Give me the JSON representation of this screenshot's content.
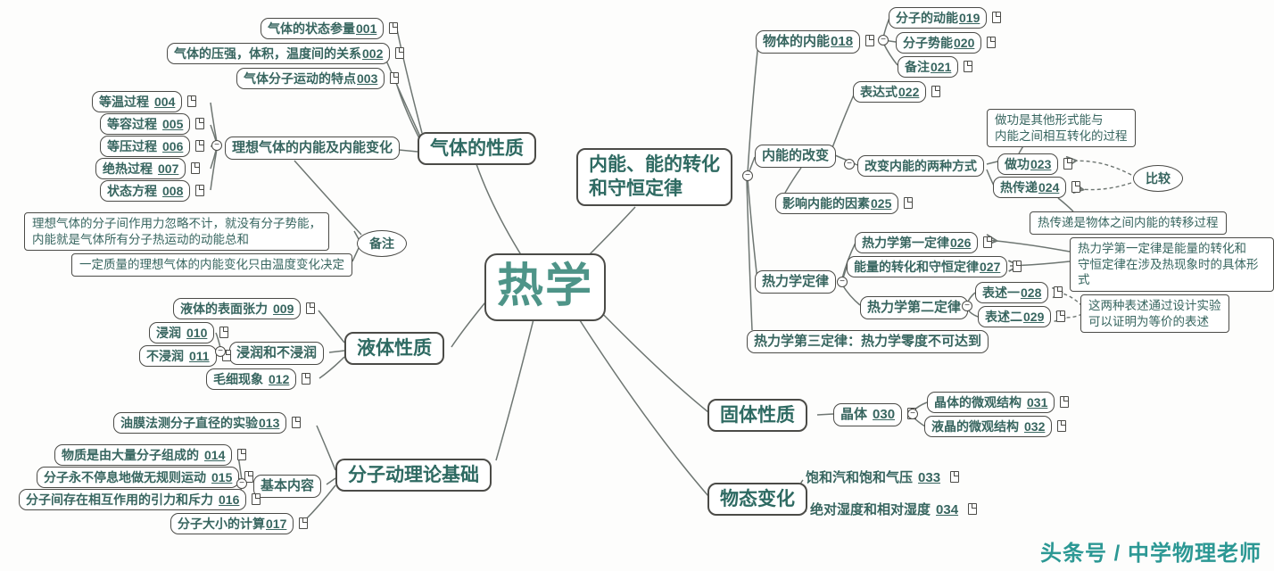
{
  "icons": {
    "collapse": "−"
  },
  "center": {
    "label": "热学"
  },
  "watermark": {
    "text": "头条号 / 中学物理老师"
  },
  "colors": {
    "node_text": "#37655f",
    "center_text": "#4e9488",
    "border": "#4b4b47",
    "line": "#6e7672",
    "watermark": "#2c9894"
  },
  "gas": {
    "main": "气体的性质",
    "params": {
      "label": "气体的状态参量",
      "num": "001"
    },
    "relation": {
      "label": "气体的压强，体积，温度间的关系",
      "num": "002"
    },
    "motion": {
      "label": "气体分子运动的特点",
      "num": "003"
    },
    "ideal": "理想气体的内能及内能变化",
    "iso_t": {
      "label": "等温过程",
      "num": "004"
    },
    "iso_v": {
      "label": "等容过程",
      "num": "005"
    },
    "iso_p": {
      "label": "等压过程",
      "num": "006"
    },
    "adiabatic": {
      "label": "绝热过程",
      "num": "007"
    },
    "state_eq": {
      "label": "状态方程",
      "num": "008"
    },
    "note_label": "备注",
    "note1": "理想气体的分子间作用力忽略不计，就没有分子势能，\n内能就是气体所有分子热运动的动能总和",
    "note2": "一定质量的理想气体的内能变化只由温度变化决定"
  },
  "energy": {
    "main": "内能、能的转化\n和守恒定律",
    "internal": {
      "label": "物体的内能",
      "num": "018"
    },
    "kinetic": {
      "label": "分子的动能",
      "num": "019"
    },
    "potential": {
      "label": "分子势能",
      "num": "020"
    },
    "note021": {
      "label": "备注",
      "num": "021"
    },
    "expr": {
      "label": "表达式",
      "num": "022"
    },
    "change": "内能的改变",
    "two_ways": "改变内能的两种方式",
    "work": {
      "label": "做功",
      "num": "023"
    },
    "transfer": {
      "label": "热传递",
      "num": "024"
    },
    "work_note": "做功是其他形式能与\n内能之间相互转化的过程",
    "compare": "比较",
    "transfer_note": "热传递是物体之间内能的转移过程",
    "factors": {
      "label": "影响内能的因素",
      "num": "025"
    },
    "laws": "热力学定律",
    "first_law": {
      "label": "热力学第一定律",
      "num": "026"
    },
    "conservation": {
      "label": "能量的转化和守恒定律",
      "num": "027"
    },
    "first_note": "热力学第一定律是能量的转化和\n守恒定律在涉及热现象时的具体形式",
    "second_law": "热力学第二定律",
    "statement1": {
      "label": "表述一",
      "num": "028"
    },
    "statement2": {
      "label": "表述二",
      "num": "029"
    },
    "second_note": "这两种表述通过设计实验\n可以证明为等价的表述",
    "third_law": "热力学第三定律：热力学零度不可达到"
  },
  "liquid": {
    "main": "液体性质",
    "surface": {
      "label": "液体的表面张力",
      "num": "009"
    },
    "wet_group": "浸润和不浸润",
    "wet": {
      "label": "浸润",
      "num": "010"
    },
    "nonwet": {
      "label": "不浸润",
      "num": "011"
    },
    "capillary": {
      "label": "毛细现象",
      "num": "012"
    }
  },
  "molecular": {
    "main": "分子动理论基础",
    "oil_film": {
      "label": "油膜法测分子直径的实验",
      "num": "013"
    },
    "basics": "基本内容",
    "composed": {
      "label": "物质是由大量分子组成的",
      "num": "014"
    },
    "random_motion": {
      "label": "分子永不停息地做无规则运动",
      "num": "015"
    },
    "forces": {
      "label": "分子间存在相互作用的引力和斥力",
      "num": "016"
    },
    "size": {
      "label": "分子大小的计算",
      "num": "017"
    }
  },
  "solid": {
    "main": "固体性质",
    "crystal": {
      "label": "晶体",
      "num": "030"
    },
    "crystal_micro": {
      "label": "晶体的微观结构",
      "num": "031"
    },
    "lcd_micro": {
      "label": "液晶的微观结构",
      "num": "032"
    }
  },
  "phase": {
    "main": "物态变化",
    "saturated": {
      "label": "饱和汽和饱和气压",
      "num": "033"
    },
    "humidity": {
      "label": "绝对湿度和相对湿度",
      "num": "034"
    }
  }
}
